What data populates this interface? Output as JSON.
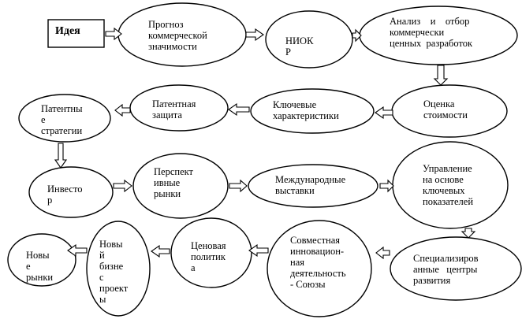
{
  "nodes": {
    "idea": "Идея",
    "forecast": "Прогноз\nкоммерческой\nзначимости",
    "niokr": "НИОК\nР",
    "analysis": "Анализ    и    отбор\nкоммерчески\nценных  разработок",
    "valuation": "Оценка\nстоимости",
    "key_characteristics": "Ключевые\nхарактеристики",
    "patent_protection": "Патентная\nзащита",
    "patent_strategies": "Патентны\nе\nстратегии",
    "investor": "Инвесто\nр",
    "promising_markets": "Перспект\nивные\nрынки",
    "international_exhibitions": "Международные\nвыставки",
    "management_kpi": "Управление\nна основе\nключевых\nпоказателей",
    "specialized_centers": "Специализиров\nанные   центры\nразвития",
    "joint_innovation": "Совместная\nинновацион-\nная\nдеятельность\n- Союзы",
    "pricing_policy": "Ценовая\nполитик\nа",
    "new_business_projects": "Новы\nй\nбизне\nс\nпроект\nы",
    "new_markets": "Новы\nе\nрынки"
  }
}
